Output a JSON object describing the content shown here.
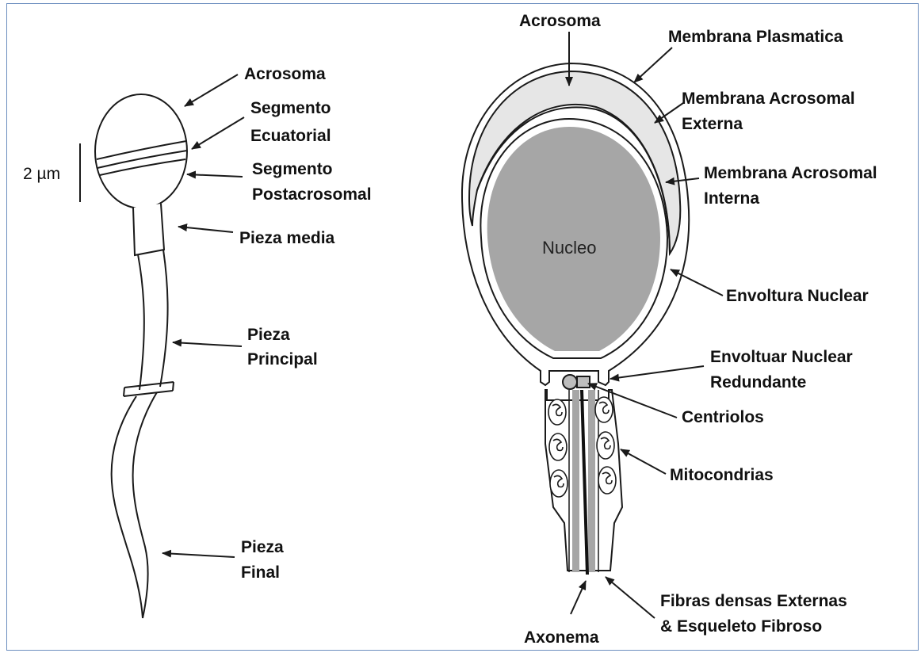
{
  "left_diagram": {
    "scale_label": "2 µm",
    "labels": {
      "acrosoma": "Acrosoma",
      "segmento_ecuatorial_1": "Segmento",
      "segmento_ecuatorial_2": "Ecuatorial",
      "segmento_post_1": "Segmento",
      "segmento_post_2": "Postacrosomal",
      "pieza_media": "Pieza media",
      "pieza_principal_1": "Pieza",
      "pieza_principal_2": "Principal",
      "pieza_final_1": "Pieza",
      "pieza_final_2": "Final"
    }
  },
  "right_diagram": {
    "nucleus_label": "Nucleo",
    "labels": {
      "acrosoma": "Acrosoma",
      "membrana_plasmatica": "Membrana Plasmatica",
      "mem_acro_ext_1": "Membrana Acrosomal",
      "mem_acro_ext_2": "Externa",
      "mem_acro_int_1": "Membrana Acrosomal",
      "mem_acro_int_2": "Interna",
      "envoltura_nuclear": "Envoltura Nuclear",
      "env_redundante_1": "Envoltuar Nuclear",
      "env_redundante_2": "Redundante",
      "centriolos": "Centriolos",
      "mitocondrias": "Mitocondrias",
      "fibras_1": "Fibras densas Externas",
      "fibras_2": "& Esqueleto Fibroso",
      "axonema": "Axonema"
    }
  },
  "colors": {
    "acrosome_fill": "#e6e6e6",
    "nucleus_fill": "#a6a6a6",
    "outline": "#1a1a1a",
    "frame_border": "#6c8ebf"
  }
}
